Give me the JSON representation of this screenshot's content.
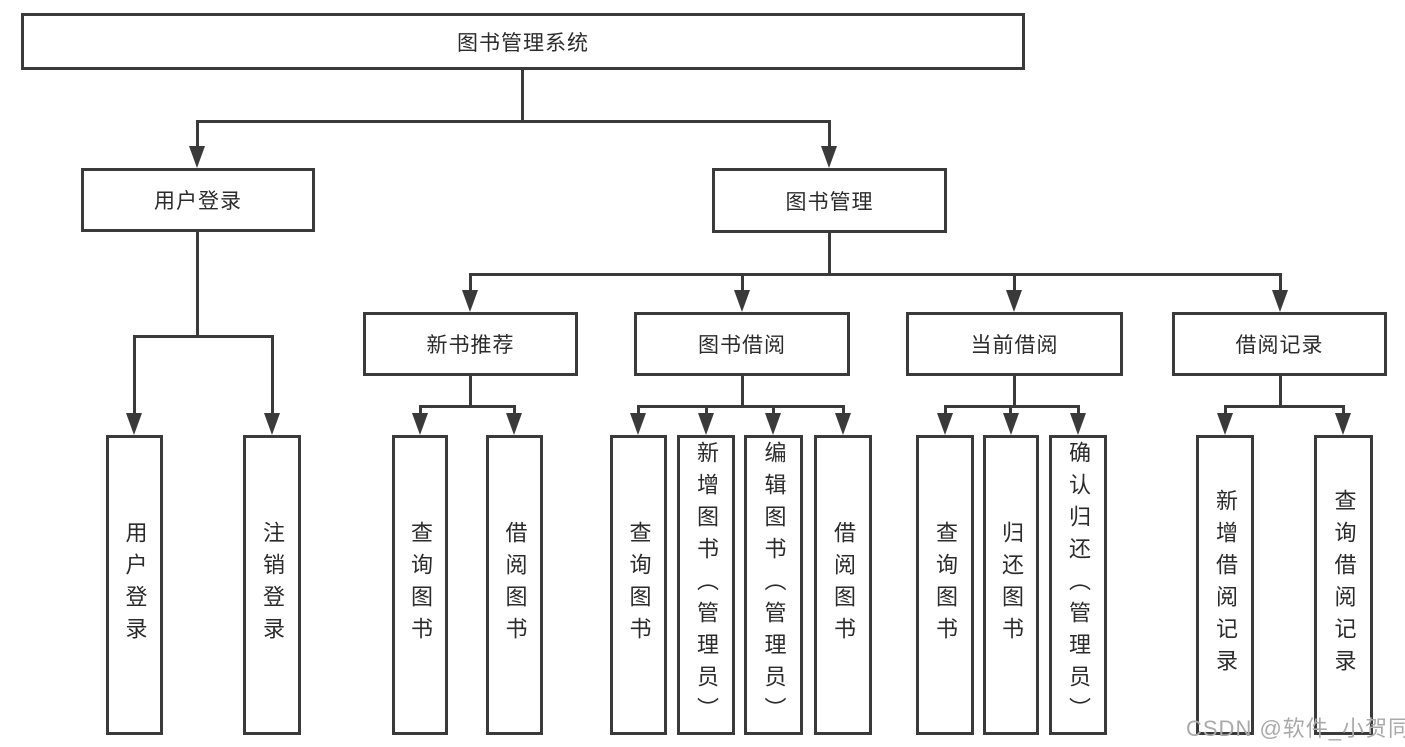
{
  "diagram_type": "hierarchy-tree",
  "tree": {
    "label": "图书管理系统",
    "children": [
      {
        "label": "用户登录",
        "children": [
          {
            "label": "用户登录"
          },
          {
            "label": "注销登录"
          }
        ]
      },
      {
        "label": "图书管理",
        "children": [
          {
            "label": "新书推荐",
            "children": [
              {
                "label": "查询图书"
              },
              {
                "label": "借阅图书"
              }
            ]
          },
          {
            "label": "图书借阅",
            "children": [
              {
                "label": "查询图书"
              },
              {
                "label": "新增图书（管理员）"
              },
              {
                "label": "编辑图书（管理员）"
              },
              {
                "label": "借阅图书"
              }
            ]
          },
          {
            "label": "当前借阅",
            "children": [
              {
                "label": "查询图书"
              },
              {
                "label": "归还图书"
              },
              {
                "label": "确认归还（管理员）"
              }
            ]
          },
          {
            "label": "借阅记录",
            "children": [
              {
                "label": "新增借阅记录"
              },
              {
                "label": "查询借阅记录"
              }
            ]
          }
        ]
      }
    ]
  },
  "watermark": "CSDN @软件_小贺同学",
  "colors": {
    "line": "#3a3a3a",
    "text": "#2b2b2b",
    "watermark": "#aaaaaa",
    "background": "#ffffff"
  }
}
